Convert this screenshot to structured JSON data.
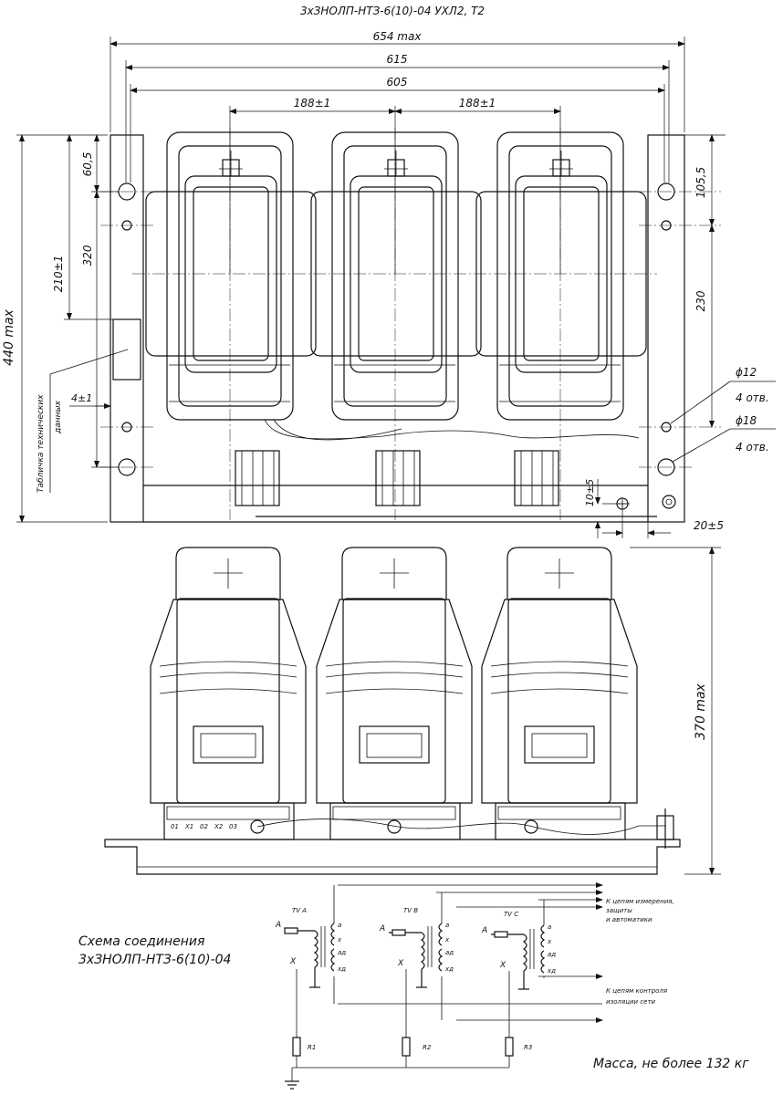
{
  "title": "3хЗНОЛП-НТЗ-6(10)-04 УХЛ2, Т2",
  "dimensions": {
    "top_overall": "654 max",
    "top_615": "615",
    "top_605": "605",
    "pitch_left": "188±1",
    "pitch_right": "188±1",
    "left_60_5": "60,5",
    "left_320": "320",
    "left_210": "210±1",
    "left_440": "440 max",
    "left_4": "4±1",
    "right_105_5": "105,5",
    "right_230": "230",
    "hole12_dia": "ϕ12",
    "hole12_count": "4 отв.",
    "hole18_dia": "ϕ18",
    "hole18_count": "4 отв.",
    "ground_10": "10±5",
    "ground_20": "20±5",
    "height_370": "370 max"
  },
  "nameplate_label_1": "Табличка технических",
  "nameplate_label_2": "данных",
  "front_terminals": [
    "01",
    "X1",
    "02",
    "X2",
    "03"
  ],
  "schematic": {
    "title_line1": "Схема соединения",
    "title_line2": "3хЗНОЛП-НТЗ-6(10)-04",
    "tv_a": "TV A",
    "tv_b": "TV B",
    "tv_c": "TV C",
    "primary_a": "A",
    "primary_x": "X",
    "sec_a": "a",
    "sec_x": "x",
    "ad": "aд",
    "xd": "xд",
    "note_measure_1": "К цепям измерения,",
    "note_measure_2": "защиты",
    "note_measure_3": "и автоматики",
    "note_insulation_1": "К цепям контроля",
    "note_insulation_2": "изоляции сети",
    "r1": "R1",
    "r2": "R2",
    "r3": "R3"
  },
  "mass": "Масса, не более 132 кг"
}
